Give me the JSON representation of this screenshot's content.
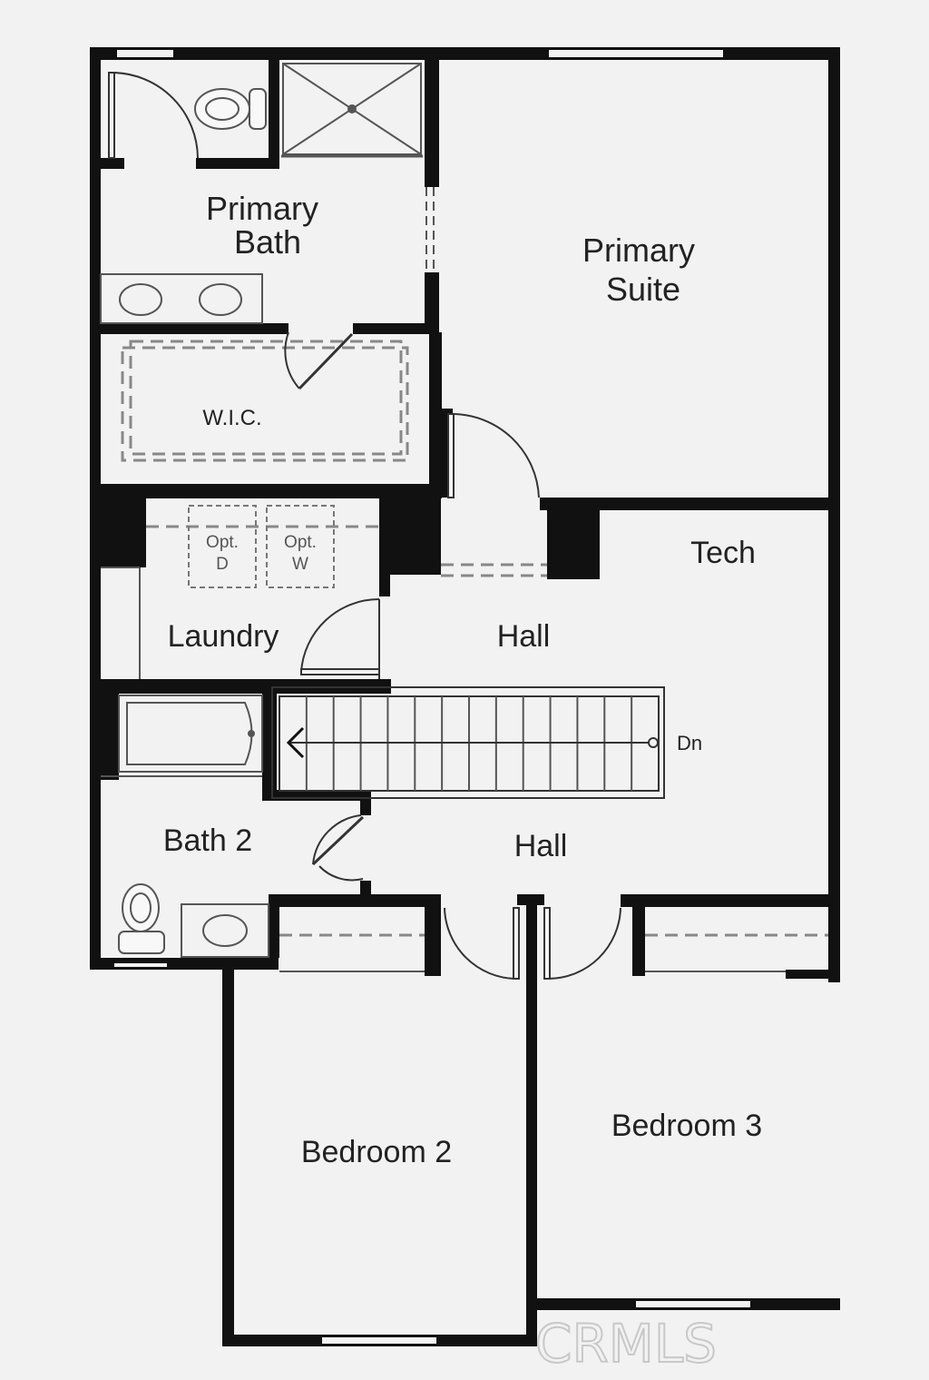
{
  "rooms": {
    "primary_bath": [
      "Primary",
      "Bath"
    ],
    "primary_suite": [
      "Primary",
      "Suite"
    ],
    "wic": "W.I.C.",
    "tech": "Tech",
    "laundry": "Laundry",
    "hall_upper": "Hall",
    "hall_lower": "Hall",
    "bath2": "Bath 2",
    "bedroom2": "Bedroom 2",
    "bedroom3": "Bedroom 3"
  },
  "fixtures": {
    "opt_dryer": [
      "Opt.",
      "D"
    ],
    "opt_washer": [
      "Opt.",
      "W"
    ]
  },
  "stairs": {
    "direction": "Dn",
    "treads": 14
  },
  "watermark": "CRMLS",
  "colors": {
    "wall": "#111111",
    "floor": "#f2f2f2",
    "fixture": "#555555",
    "dash": "#888888"
  }
}
